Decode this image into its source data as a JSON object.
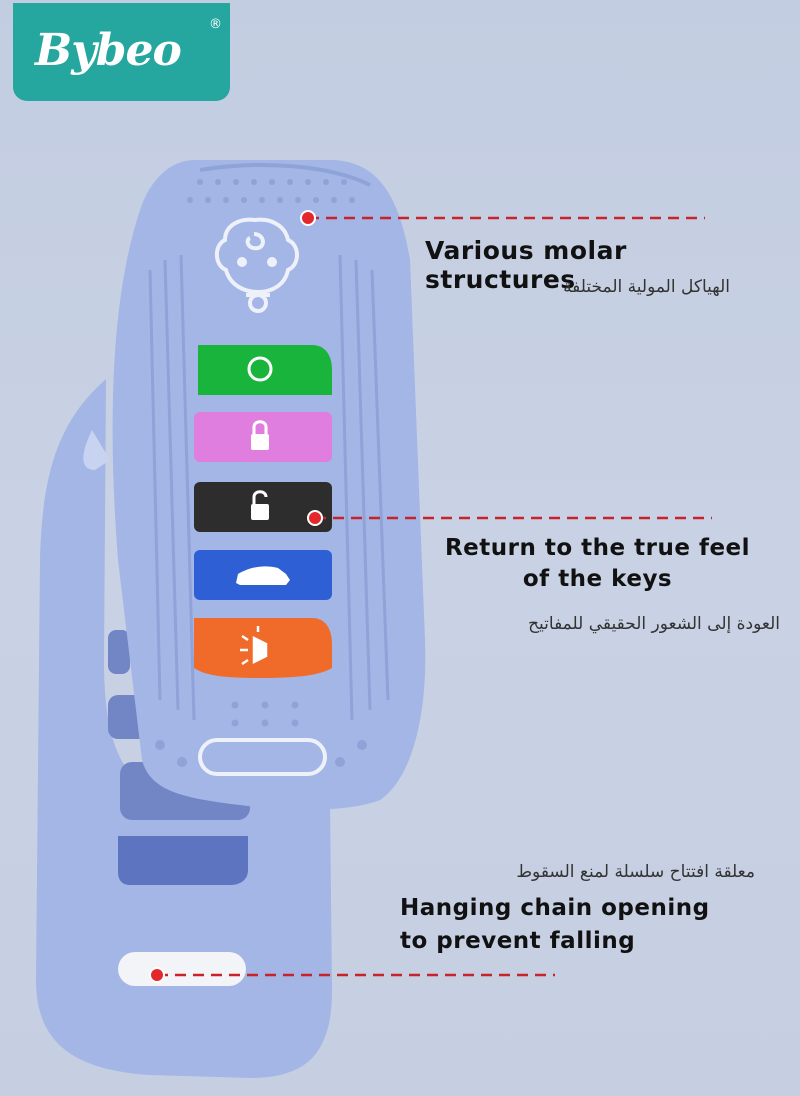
{
  "brand": {
    "name": "Bybeo",
    "registered_mark": "®"
  },
  "callouts": [
    {
      "english": "Various molar structures",
      "arabic": "الهياكل المولية المختلفة"
    },
    {
      "english_line1": "Return to the true feel",
      "english_line2": "of the keys",
      "arabic": "العودة إلى الشعور الحقيقي للمفاتيح"
    },
    {
      "arabic": "معلقة افتتاح سلسلة لمنع السقوط",
      "english_line1": "Hanging chain opening",
      "english_line2": "to prevent falling"
    }
  ],
  "colors": {
    "teether": "#a3b6e6",
    "teether_dark": "#8ea3d8",
    "key_green": "#19b43c",
    "key_pink": "#e07ee0",
    "key_black": "#2d2d2d",
    "key_blue": "#2f5fd4",
    "key_orange": "#f06a2a",
    "callout_dot": "#e3282c",
    "logo_bg": "#25a79f"
  },
  "keys": [
    "refresh-icon",
    "lock-icon",
    "unlock-icon",
    "car-icon",
    "light-icon"
  ]
}
